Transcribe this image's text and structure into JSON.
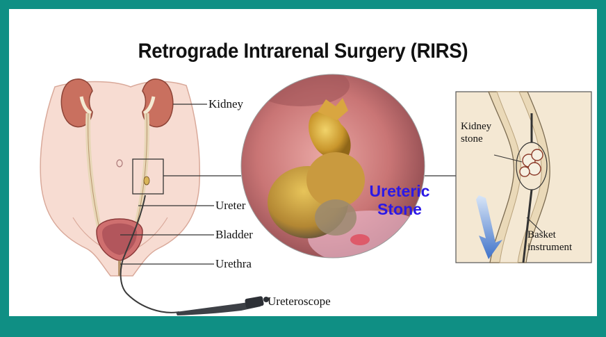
{
  "title": "Retrograde Intrarenal Surgery (RIRS)",
  "anatomy_labels": {
    "kidney": "Kidney",
    "ureter": "Ureter",
    "bladder": "Bladder",
    "urethra": "Urethra",
    "ureteroscope": "Ureteroscope"
  },
  "endoscope_view": {
    "label_line1": "Ureteric",
    "label_line2": "Stone"
  },
  "inset_labels": {
    "kidney_stone_line1": "Kidney",
    "kidney_stone_line2": "stone",
    "basket_line1": "Basket",
    "basket_line2": "instrument"
  },
  "colors": {
    "border": "#0f8f84",
    "stone_label": "#2b18e6"
  }
}
